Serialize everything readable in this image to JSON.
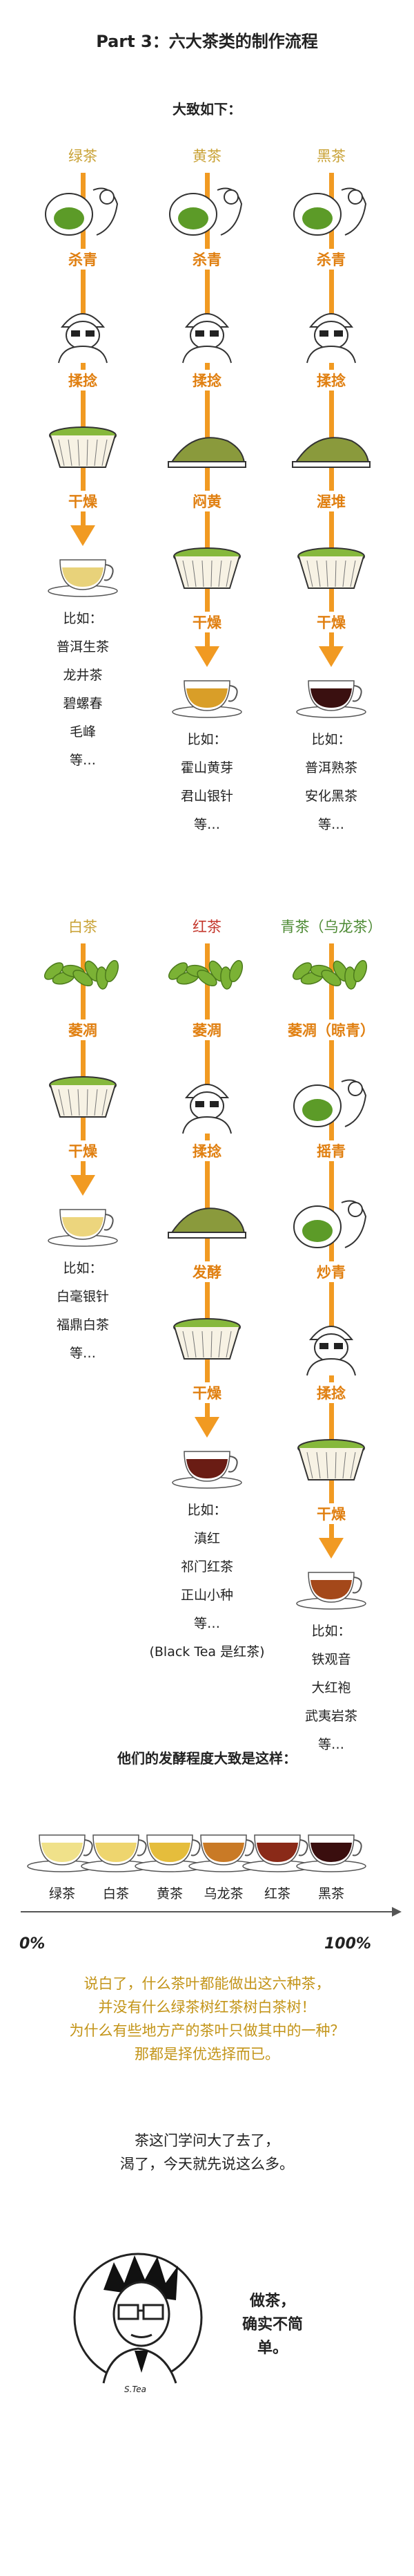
{
  "title": "Part 3：六大茶类的制作流程",
  "subtitle": "大致如下：",
  "sections": [
    {
      "columns": [
        {
          "name": "绿茶",
          "color": "#c9a236",
          "steps": [
            "杀青",
            "揉捻",
            "干燥"
          ],
          "examples_label": "比如：",
          "examples": [
            "普洱生茶",
            "龙井茶",
            "碧螺春",
            "毛峰",
            "等…"
          ],
          "liquor": "#e8d27a"
        },
        {
          "name": "黄茶",
          "color": "#c9a236",
          "steps": [
            "杀青",
            "揉捻",
            "闷黄",
            "干燥"
          ],
          "examples_label": "比如：",
          "examples": [
            "霍山黄芽",
            "君山银针",
            "等…"
          ],
          "liquor": "#d99e28"
        },
        {
          "name": "黑茶",
          "color": "#c9a236",
          "steps": [
            "杀青",
            "揉捻",
            "渥堆",
            "干燥"
          ],
          "examples_label": "比如：",
          "examples": [
            "普洱熟茶",
            "安化黑茶",
            "等…"
          ],
          "liquor": "#3a1010"
        }
      ]
    },
    {
      "columns": [
        {
          "name": "白茶",
          "color": "#c9a236",
          "steps": [
            "萎凋",
            "干燥"
          ],
          "examples_label": "比如：",
          "examples": [
            "白毫银针",
            "福鼎白茶",
            "等…"
          ],
          "liquor": "#ecd57d"
        },
        {
          "name": "红茶",
          "color": "#c4372c",
          "steps": [
            "萎凋",
            "揉捻",
            "发酵",
            "干燥"
          ],
          "examples_label": "比如：",
          "examples": [
            "滇红",
            "祁门红茶",
            "正山小种",
            "等…",
            "(Black Tea 是红茶)"
          ],
          "liquor": "#6a1c14"
        },
        {
          "name": "青茶（乌龙茶）",
          "color": "#4d8a34",
          "steps": [
            "萎凋（晾青）",
            "摇青",
            "炒青",
            "揉捻",
            "干燥"
          ],
          "examples_label": "比如：",
          "examples": [
            "铁观音",
            "大红袍",
            "武夷岩茶",
            "等…"
          ],
          "liquor": "#a4481a"
        }
      ]
    }
  ],
  "fermentation": {
    "title": "他们的发酵程度大致是这样：",
    "teas": [
      "绿茶",
      "白茶",
      "黄茶",
      "乌龙茶",
      "红茶",
      "黑茶"
    ],
    "liquors": [
      "#f0e18a",
      "#eed56e",
      "#e5bd3c",
      "#c97a26",
      "#8a2a18",
      "#3a0e0e"
    ],
    "start": "0%",
    "end": "100%"
  },
  "summary": [
    "说白了，什么茶叶都能做出这六种茶，",
    "并没有什么绿茶树红茶树白茶树！",
    "为什么有些地方产的茶叶只做其中的一种？",
    "那都是择优选择而已。"
  ],
  "closing": [
    "茶这门学问大了去了，",
    "渴了，今天就先说这么多。"
  ],
  "ending": [
    "做茶，",
    "确实不简单。"
  ],
  "signature": "S.Tea",
  "colors": {
    "arrow": "#f19a22",
    "step": "#e07f10",
    "leaf": "#7bb235",
    "summary": "#c39418"
  }
}
